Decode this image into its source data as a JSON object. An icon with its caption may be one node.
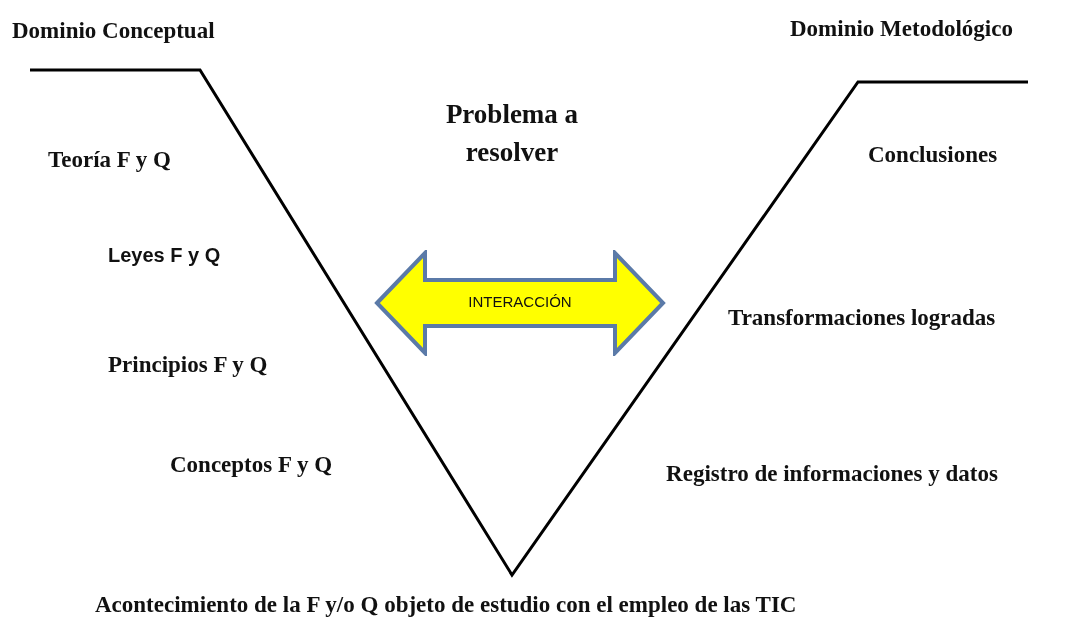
{
  "diagram": {
    "nodes": [
      {
        "text": [
          "INTERACCIÓN"
        ]
      }
    ],
    "labels": [
      "Dominio Conceptual",
      "Dominio Metodológico",
      "Problema a resolver",
      "Teoría F y Q",
      "Conclusiones",
      "Leyes F y Q",
      "Transformaciones logradas",
      "Principios F y Q",
      "Conceptos F y Q",
      "Registro de informaciones y datos",
      "Acontecimiento de la F y/o Q objeto de estudio con el empleo de las TIC"
    ]
  }
}
